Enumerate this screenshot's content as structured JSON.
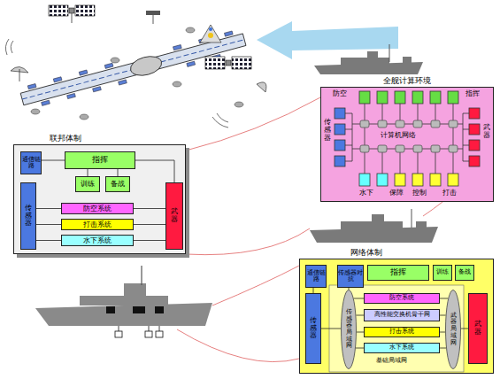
{
  "diagram": {
    "nodes": [
      {
        "text": [
          "全舰计算环境"
        ]
      },
      {
        "text": [
          "联邦体制"
        ]
      },
      {
        "text": [
          "通信链路"
        ],
        "in": 1
      },
      {
        "text": [
          "传感器"
        ],
        "in": 1
      },
      {
        "text": [
          "指挥"
        ],
        "in": 1
      },
      {
        "text": [
          "训练"
        ],
        "in": 1
      },
      {
        "text": [
          "备战"
        ],
        "in": 1
      },
      {
        "text": [
          "防空系统"
        ],
        "in": 1
      },
      {
        "text": [
          "打击系统"
        ],
        "in": 1
      },
      {
        "text": [
          "水下系统"
        ],
        "in": 1
      },
      {
        "text": [
          "武器"
        ],
        "in": 1
      },
      {
        "text": [
          "网络体制"
        ]
      },
      {
        "text": [
          "通信链路"
        ],
        "in": 11
      },
      {
        "text": [
          "传感器对抗"
        ],
        "in": 11
      },
      {
        "text": [
          "指挥"
        ],
        "in": 11
      },
      {
        "text": [
          "训练"
        ],
        "in": 11
      },
      {
        "text": [
          "备战"
        ],
        "in": 11
      },
      {
        "text": [
          "传感器"
        ],
        "in": 11
      },
      {
        "text": [
          "传感器局域网"
        ],
        "in": 11
      },
      {
        "text": [
          "防空系统"
        ],
        "in": 11
      },
      {
        "text": [
          "高性能交换机骨干网"
        ],
        "in": 11
      },
      {
        "text": [
          "打击系统"
        ],
        "in": 11
      },
      {
        "text": [
          "水下系统"
        ],
        "in": 11
      },
      {
        "text": [
          "武器局域网"
        ],
        "in": 11
      },
      {
        "text": [
          "武器"
        ],
        "in": 11
      }
    ],
    "edges": [
      {
        "from": 2,
        "to": 4,
        "arrow": "none"
      },
      {
        "from": 4,
        "to": 5,
        "arrow": "none"
      },
      {
        "from": 4,
        "to": 6,
        "arrow": "none"
      },
      {
        "from": 4,
        "to": 10,
        "arrow": "none"
      },
      {
        "from": 3,
        "to": 7,
        "arrow": "none"
      },
      {
        "from": 3,
        "to": 8,
        "arrow": "none"
      },
      {
        "from": 3,
        "to": 9,
        "arrow": "none"
      },
      {
        "from": 7,
        "to": 10,
        "arrow": "none"
      },
      {
        "from": 8,
        "to": 10,
        "arrow": "none"
      },
      {
        "from": 9,
        "to": 10,
        "arrow": "none"
      },
      {
        "from": 12,
        "to": 17,
        "arrow": "none"
      },
      {
        "from": 13,
        "to": 18,
        "arrow": "none"
      },
      {
        "from": 17,
        "to": 18,
        "arrow": "none"
      },
      {
        "from": 18,
        "to": 19,
        "arrow": "none"
      },
      {
        "from": 18,
        "to": 20,
        "arrow": "none"
      },
      {
        "from": 18,
        "to": 21,
        "arrow": "none"
      },
      {
        "from": 18,
        "to": 22,
        "arrow": "none"
      },
      {
        "from": 19,
        "to": 23,
        "arrow": "none"
      },
      {
        "from": 20,
        "to": 23,
        "arrow": "none"
      },
      {
        "from": 21,
        "to": 23,
        "arrow": "none"
      },
      {
        "from": 22,
        "to": 23,
        "arrow": "none"
      },
      {
        "from": 23,
        "to": 24,
        "arrow": "none"
      }
    ],
    "labels": [
      "防空",
      "指挥",
      "传感器",
      "武器",
      "计算机网络",
      "水下",
      "保障",
      "控制",
      "打击",
      "基础局域网"
    ]
  }
}
